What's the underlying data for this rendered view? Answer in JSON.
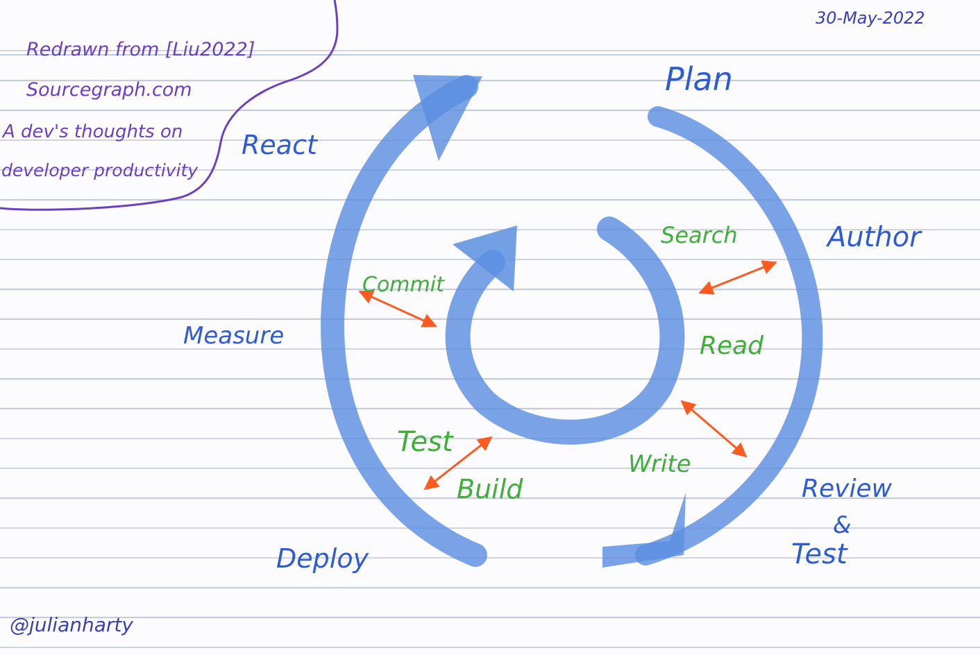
{
  "date": "30-May-2022",
  "source_note": {
    "line1": "Redrawn from [Liu2022]",
    "line2": "Sourcegraph.com",
    "line3": "A dev's thoughts on",
    "line4": "developer productivity"
  },
  "outer_loop": {
    "stages": [
      "Plan",
      "Author",
      "Review",
      "&",
      "Test",
      "Deploy",
      "Measure",
      "React"
    ]
  },
  "inner_loop": {
    "stages": [
      "Search",
      "Read",
      "Write",
      "Build",
      "Test",
      "Commit"
    ]
  },
  "author": "@julianharty",
  "colors": {
    "loop_blue": "#5b8fe0",
    "outer_label": "#2f5bd0",
    "inner_label": "#3fae3a",
    "arrow_orange": "#ff5a1f",
    "note_purple": "#6a3fc0"
  }
}
